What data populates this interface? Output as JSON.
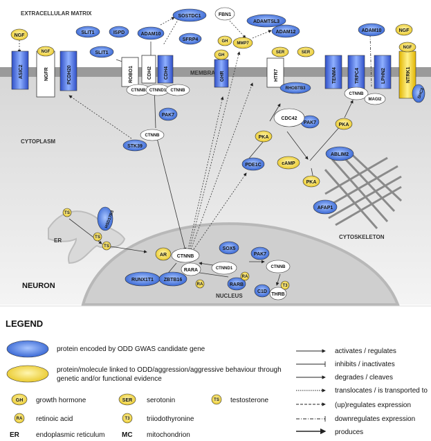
{
  "regions": {
    "extracellular": "EXTRACELLULAR MATRIX",
    "membrane": "MEMBRANE",
    "cytoplasm": "CYTOPLASM",
    "cytoskeleton": "CYTOSKELETON",
    "nucleus": "NUCLEUS",
    "neuron": "NEURON",
    "er": "ER"
  },
  "receptors": {
    "asic2": "ASIC2",
    "ngfr": "NGFR",
    "pcdh20": "PCDH20",
    "robo1": "ROBO1",
    "cdh2": "CDH2",
    "cdh4": "CDH4",
    "ghr": "GHR",
    "htr7": "HTR7",
    "tenm4": "TENM4",
    "trpc4": "TRPC4",
    "lphn2": "LPHN2",
    "ntrk1": "NTRK1"
  },
  "nodes": {
    "ngf1": "NGF",
    "ngf2": "NGF",
    "ngf3": "NGF",
    "slit1a": "SLIT1",
    "slit1b": "SLIT1",
    "ispd": "ISPD",
    "adam10a": "ADAM10",
    "adam10b": "ADAM10",
    "sostdc1": "SOSTDC1",
    "sfrp4": "SFRP4",
    "fbn1": "FBN1",
    "adamtsl3": "ADAMTSL3",
    "mmp7": "MMP7",
    "adam12": "ADAM12",
    "gh1": "GH",
    "gh2": "GH",
    "ser1": "SER",
    "ser2": "SER",
    "rhobtb3": "RHOBTB3",
    "shc3": "SHC3",
    "ctnnb_mem": "CTNNB",
    "ctnnd1_mem": "CTNND1",
    "ctnnb_mem2": "CTNNB",
    "pak7a": "PAK7",
    "ctnnb_cyto": "CTNNB",
    "stk39": "STK39",
    "cdc42": "CDC42",
    "pak7b": "PAK7",
    "pka1": "PKA",
    "pka2": "PKA",
    "pka3": "PKA",
    "ctnnb_r": "CTNNB",
    "magi2": "MAGI2",
    "camp": "cAMP",
    "pde1c": "PDE1C",
    "ablim2": "ABLIM2",
    "afap1": "AFAP1",
    "hsd17b3": "HSD17B3",
    "ts1": "TS",
    "ts2": "TS",
    "ts3": "TS",
    "ar": "AR",
    "ctnnb_nuc": "CTNNB",
    "rara": "RARA",
    "runx1t1": "RUNX1T1",
    "zbtb16": "ZBTB16",
    "ra1": "RA",
    "ra2": "RA",
    "sox5": "SOX5",
    "pak7c": "PAK7",
    "ctnnd1_nuc": "CTNND1",
    "ctnnb_nuc2": "CTNNB",
    "rarb": "RARB",
    "c1d": "C1D",
    "thrb": "THRB",
    "t3": "T3"
  },
  "legend": {
    "title": "LEGEND",
    "blue": "protein encoded by ODD GWAS candidate gene",
    "yellow_line1": "protein/molecule linked to ODD/aggression/aggressive behaviour through",
    "yellow_line2": "genetic and/or functional evidence",
    "gh_badge": "GH",
    "gh": "growth hormone",
    "ser_badge": "SER",
    "ser": "serotonin",
    "ts_badge": "TS",
    "ts": "testosterone",
    "ra_badge": "RA",
    "ra": "retinoic acid",
    "t3_badge": "T3",
    "t3": "triiodothyronine",
    "er_badge": "ER",
    "er": "endoplasmic reticulum",
    "mc_badge": "MC",
    "mc": "mitochondrion",
    "activates": "activates / regulates",
    "inhibits": "inhibits / inactivates",
    "degrades": "degrades / cleaves",
    "translocates": "translocates / is transported to",
    "upregulates": "(up)regulates expression",
    "downregulates": "downregulates expression",
    "produces": "produces"
  },
  "colors": {
    "blue": "#4f7de0",
    "yellow": "#f2d83b",
    "membrane": "#9a9a9a",
    "cytoplasm": "#e4e4e4",
    "nucleus": "#cfcfcf"
  }
}
